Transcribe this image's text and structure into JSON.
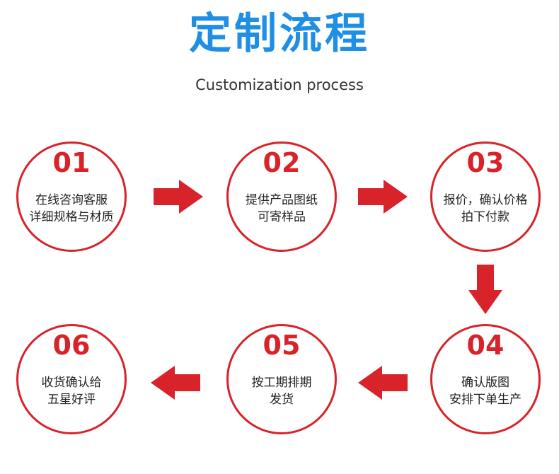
{
  "header": {
    "title": "定制流程",
    "subtitle": "Customization process"
  },
  "colors": {
    "title": "#1f8fe6",
    "accent": "#d8232a"
  },
  "steps": [
    {
      "num": "01",
      "lines": [
        "在线咨询客服",
        "详细规格与材质"
      ]
    },
    {
      "num": "02",
      "lines": [
        "提供产品图纸",
        "可寄样品"
      ]
    },
    {
      "num": "03",
      "lines": [
        "报价，确认价格",
        "拍下付款"
      ]
    },
    {
      "num": "04",
      "lines": [
        "确认版图",
        "安排下单生产"
      ]
    },
    {
      "num": "05",
      "lines": [
        "按工期排期",
        "发货"
      ]
    },
    {
      "num": "06",
      "lines": [
        "收货确认给",
        "五星好评"
      ]
    }
  ]
}
